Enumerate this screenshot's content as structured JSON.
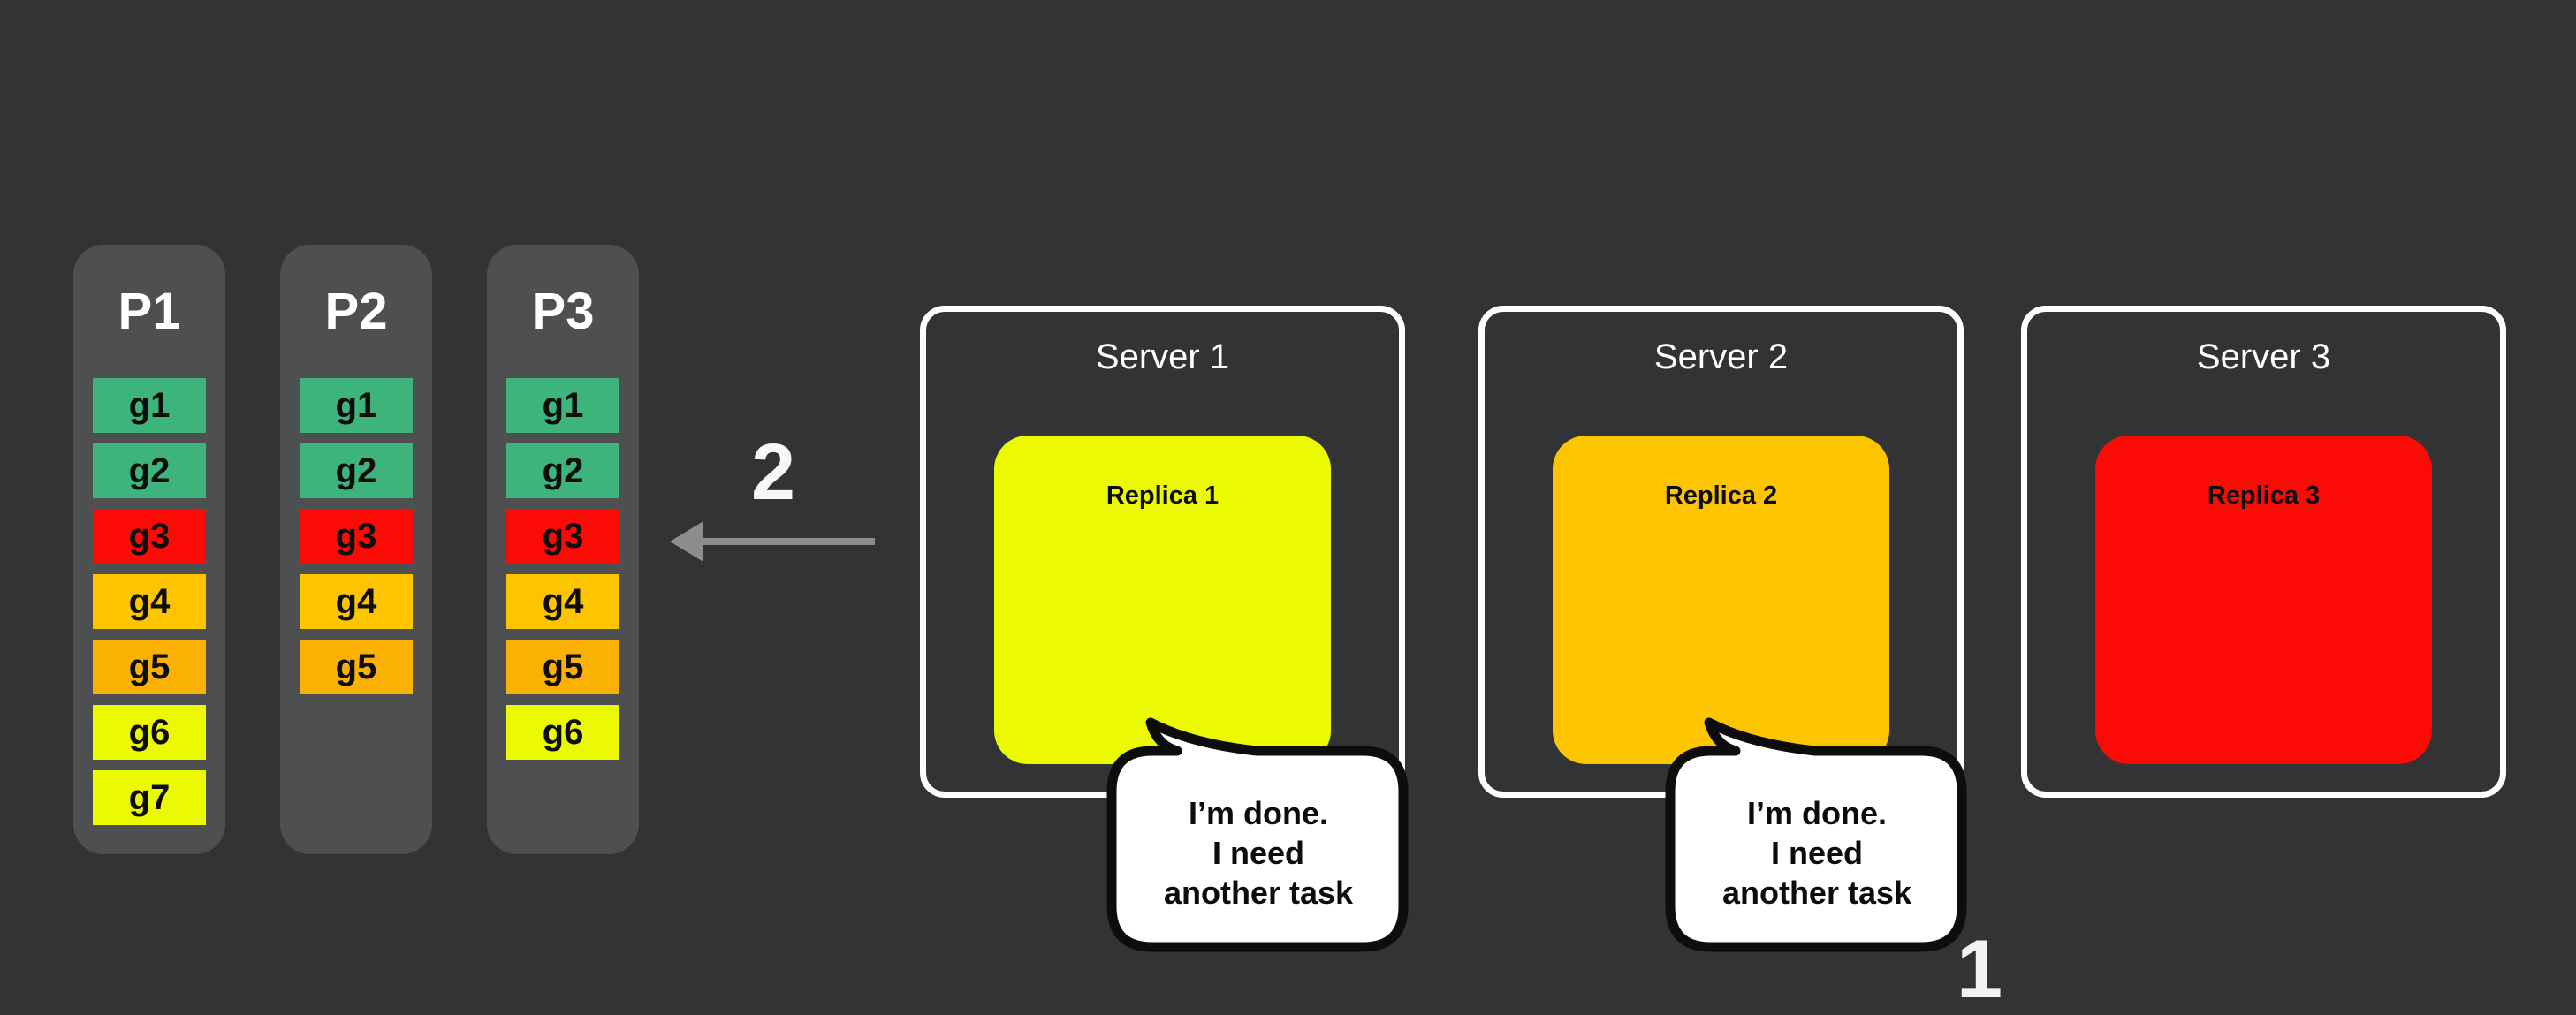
{
  "canvas": {
    "background": "#323335",
    "partition_background": "#4e4f51"
  },
  "palette": {
    "green": "#3cb47c",
    "red": "#fb0b05",
    "gold": "#fdc500",
    "orange": "#fbb004",
    "yellow": "#ebfa01",
    "arrow_gray": "#8d8d8d",
    "bubble_fill": "#ffffff",
    "bubble_stroke": "#0d0d0d",
    "server_border": "#ffffff"
  },
  "partitions": [
    {
      "title": "P1",
      "tasks": [
        {
          "label": "g1",
          "color": "#3cb47c"
        },
        {
          "label": "g2",
          "color": "#3cb47c"
        },
        {
          "label": "g3",
          "color": "#fb0b05"
        },
        {
          "label": "g4",
          "color": "#fdc500"
        },
        {
          "label": "g5",
          "color": "#fbb004"
        },
        {
          "label": "g6",
          "color": "#ebfa01"
        },
        {
          "label": "g7",
          "color": "#ebfa01"
        }
      ]
    },
    {
      "title": "P2",
      "tasks": [
        {
          "label": "g1",
          "color": "#3cb47c"
        },
        {
          "label": "g2",
          "color": "#3cb47c"
        },
        {
          "label": "g3",
          "color": "#fb0b05"
        },
        {
          "label": "g4",
          "color": "#fdc500"
        },
        {
          "label": "g5",
          "color": "#fbb004"
        }
      ]
    },
    {
      "title": "P3",
      "tasks": [
        {
          "label": "g1",
          "color": "#3cb47c"
        },
        {
          "label": "g2",
          "color": "#3cb47c"
        },
        {
          "label": "g3",
          "color": "#fb0b05"
        },
        {
          "label": "g4",
          "color": "#fdc500"
        },
        {
          "label": "g5",
          "color": "#fbb004"
        },
        {
          "label": "g6",
          "color": "#ebfa01"
        }
      ]
    }
  ],
  "servers": [
    {
      "title": "Server 1",
      "replica": {
        "label": "Replica 1",
        "color": "#ebfa01"
      },
      "has_speech_bubble": true
    },
    {
      "title": "Server 2",
      "replica": {
        "label": "Replica 2",
        "color": "#fdc500"
      },
      "has_speech_bubble": true
    },
    {
      "title": "Server 3",
      "replica": {
        "label": "Replica 3",
        "color": "#fb0b05"
      },
      "has_speech_bubble": false
    }
  ],
  "speech_bubble": {
    "lines": [
      "I’m done.",
      "I need",
      "another task"
    ]
  },
  "annotations": {
    "step2_label": "2",
    "step1_label": "1"
  }
}
